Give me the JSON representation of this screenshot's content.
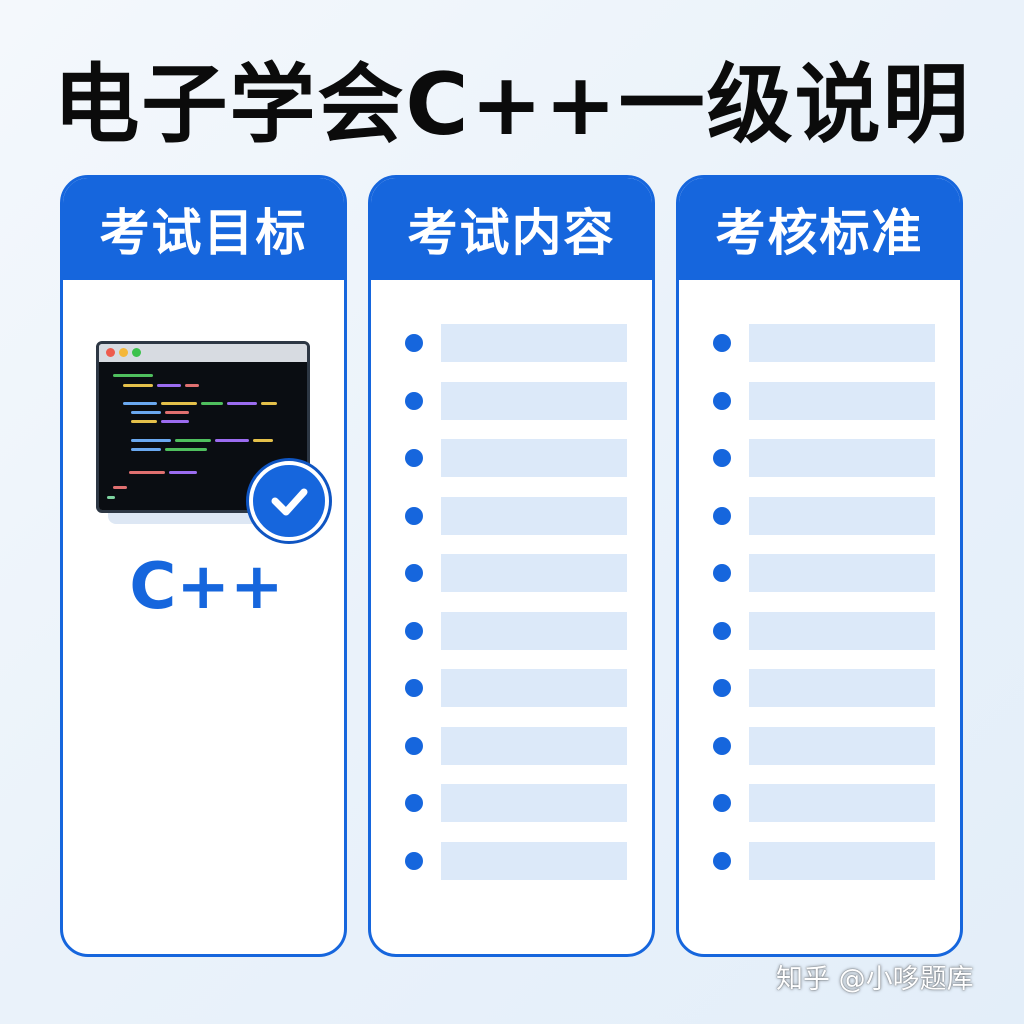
{
  "title": "电子学会C++一级说明",
  "accent_color": "#1666dd",
  "cards": [
    {
      "header": "考试目标",
      "illustration": {
        "icon": "code-window-icon",
        "badge_icon": "checkmark-icon",
        "label": "C++"
      }
    },
    {
      "header": "考试内容",
      "bullet_count": 10
    },
    {
      "header": "考核标准",
      "bullet_count": 10
    }
  ],
  "watermark": "知乎 @小哆题库"
}
